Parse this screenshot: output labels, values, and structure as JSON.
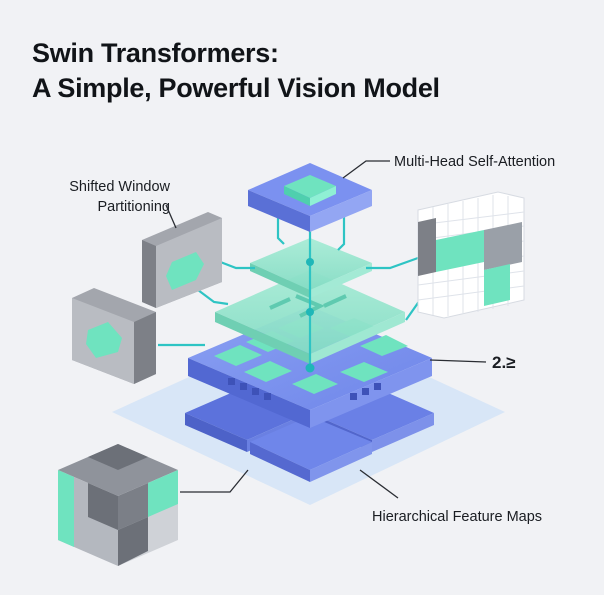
{
  "title": {
    "line1": "Swin Transformers:",
    "line2": "A Simple, Powerful Vision Model"
  },
  "labels": {
    "shifted_window_line1": "Shifted Window",
    "shifted_window_line2": "Partitioning",
    "multi_head": "Multi-Head Self-Attention",
    "scale": "2.≥",
    "hierarchical": "Hierarchical Feature Maps"
  },
  "colors": {
    "background": "#f1f2f5",
    "blue": "#6f86ea",
    "blue_dark": "#5a70d6",
    "mint": "#8de3c6",
    "teal_line": "#2ec4c4",
    "grey_panel": "#9ea1a8",
    "light_blue_base": "#cfe2f6",
    "text": "#1a1d22"
  }
}
